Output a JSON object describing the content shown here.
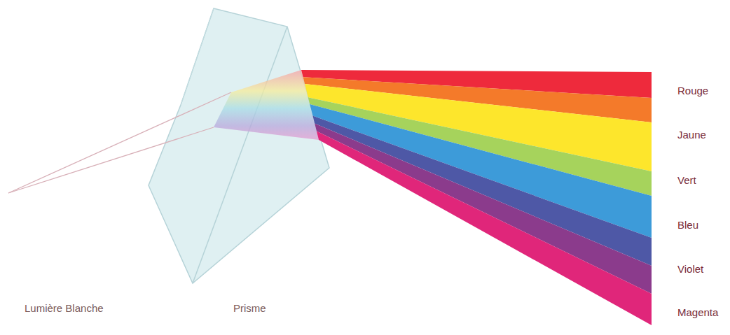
{
  "diagram": {
    "labels": [
      "Rouge",
      "Jaune",
      "Vert",
      "Bleu",
      "Violet",
      "Magenta",
      "Lumière Blanche",
      "Prisme"
    ]
  }
}
